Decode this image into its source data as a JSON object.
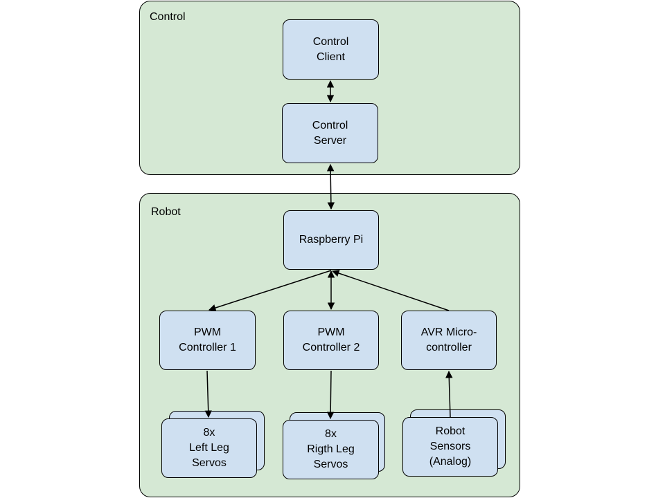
{
  "groups": {
    "control": {
      "label": "Control"
    },
    "robot": {
      "label": "Robot"
    }
  },
  "nodes": {
    "control_client": "Control\nClient",
    "control_server": "Control\nServer",
    "raspberry_pi": "Raspberry Pi",
    "pwm_controller_1": "PWM\nController 1",
    "pwm_controller_2": "PWM\nController 2",
    "avr_microcontroller": "AVR Micro-\ncontroller",
    "left_leg_servos": "8x\nLeft Leg\nServos",
    "right_leg_servos": "8x\nRigth Leg\nServos",
    "robot_sensors": "Robot\nSensors\n(Analog)"
  },
  "edges": [
    {
      "from": "control_client",
      "to": "control_server",
      "direction": "both"
    },
    {
      "from": "control_server",
      "to": "raspberry_pi",
      "direction": "both"
    },
    {
      "from": "raspberry_pi",
      "to": "pwm_controller_1",
      "direction": "forward"
    },
    {
      "from": "raspberry_pi",
      "to": "pwm_controller_2",
      "direction": "both"
    },
    {
      "from": "avr_microcontroller",
      "to": "raspberry_pi",
      "direction": "forward"
    },
    {
      "from": "pwm_controller_1",
      "to": "left_leg_servos",
      "direction": "forward"
    },
    {
      "from": "pwm_controller_2",
      "to": "right_leg_servos",
      "direction": "forward"
    },
    {
      "from": "robot_sensors",
      "to": "avr_microcontroller",
      "direction": "forward"
    }
  ],
  "colors": {
    "group_fill": "#d5e8d4",
    "node_fill": "#cfe0f1",
    "stroke": "#000000"
  }
}
